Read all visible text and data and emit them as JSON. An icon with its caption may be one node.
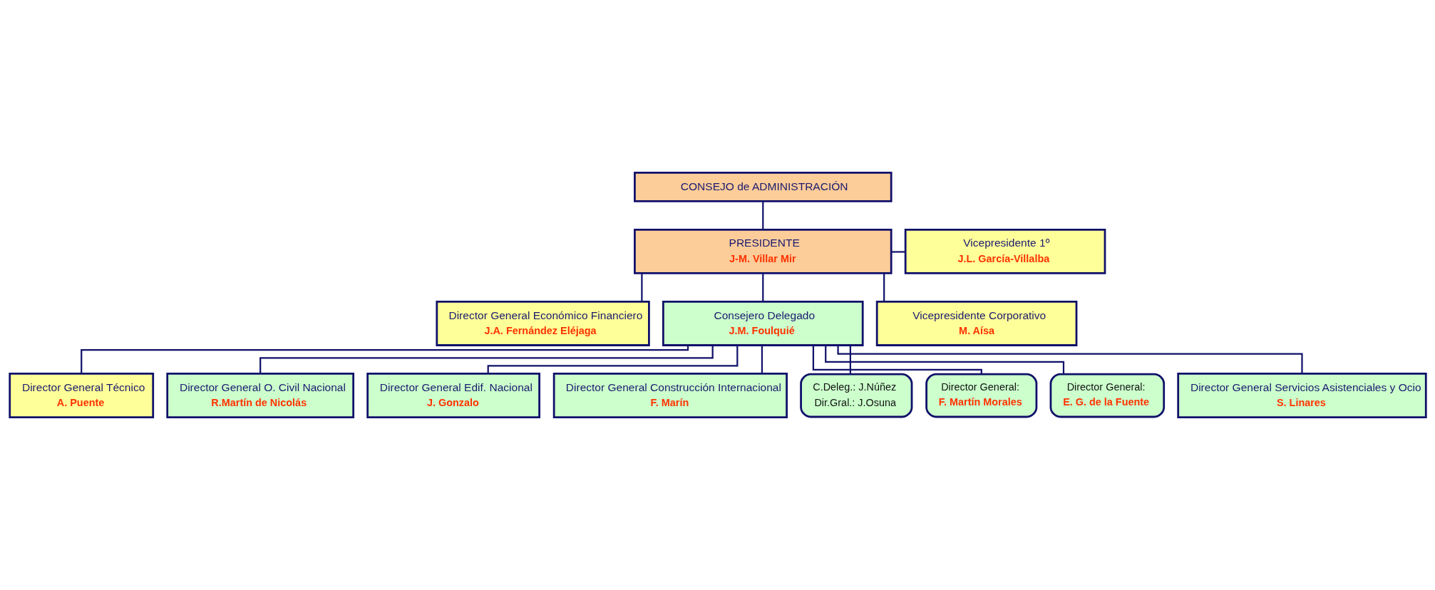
{
  "diagram": {
    "nodes": [
      {
        "text": [
          "CONSEJO de ADMINISTRACIÓN"
        ]
      },
      {
        "text": [
          "PRESIDENTE",
          "J-M. Villar Mir"
        ]
      },
      {
        "text": [
          "Vicepresidente 1º",
          "J.L. García-Villalba"
        ]
      },
      {
        "text": [
          "Director General Económico Financiero",
          "J.A. Fernández Eléjaga"
        ]
      },
      {
        "text": [
          "Consejero Delegado",
          "J.M. Foulquié"
        ]
      },
      {
        "text": [
          "Vicepresidente Corporativo",
          "M. Aísa"
        ]
      },
      {
        "text": [
          "Director General Técnico",
          "A. Puente"
        ]
      },
      {
        "text": [
          "Director General O. Civil Nacional",
          "R.Martín de Nicolás"
        ]
      },
      {
        "text": [
          "Director General Edif. Nacional",
          "J. Gonzalo"
        ]
      },
      {
        "text": [
          "Director General Construcción Internacional",
          "F. Marín"
        ]
      },
      {
        "text": [
          "C.Deleg.: J.Núñez",
          "Dir.Gral.: J.Osuna"
        ]
      },
      {
        "text": [
          "Director General:",
          "F. Martín Morales"
        ]
      },
      {
        "text": [
          "Director General:",
          "E. G. de la Fuente"
        ]
      },
      {
        "text": [
          "Director General Servicios Asistenciales y Ocio",
          "S. Linares"
        ]
      }
    ],
    "edges": [
      {
        "from": 0,
        "to": 1,
        "arrow": "none"
      },
      {
        "from": 1,
        "to": 2,
        "arrow": "none"
      },
      {
        "from": 1,
        "to": 3,
        "arrow": "none"
      },
      {
        "from": 1,
        "to": 4,
        "arrow": "none"
      },
      {
        "from": 1,
        "to": 5,
        "arrow": "none"
      },
      {
        "from": 4,
        "to": 6,
        "arrow": "none"
      },
      {
        "from": 4,
        "to": 7,
        "arrow": "none"
      },
      {
        "from": 4,
        "to": 8,
        "arrow": "none"
      },
      {
        "from": 4,
        "to": 9,
        "arrow": "none"
      },
      {
        "from": 4,
        "to": 10,
        "arrow": "none"
      },
      {
        "from": 4,
        "to": 11,
        "arrow": "none"
      },
      {
        "from": 4,
        "to": 12,
        "arrow": "none"
      },
      {
        "from": 4,
        "to": 13,
        "arrow": "none"
      }
    ]
  }
}
